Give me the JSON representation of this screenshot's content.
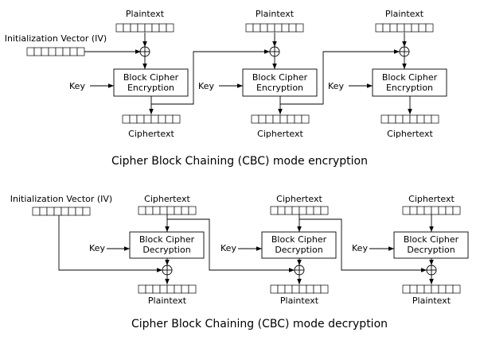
{
  "encryption": {
    "caption": "Cipher Block Chaining (CBC) mode encryption",
    "iv_label": "Initialization Vector (IV)",
    "input_label": "Plaintext",
    "key_label": "Key",
    "block_line1": "Block Cipher",
    "block_line2": "Encryption",
    "output_label": "Ciphertext",
    "stage_count": 3
  },
  "decryption": {
    "caption": "Cipher Block Chaining (CBC) mode decryption",
    "iv_label": "Initialization Vector (IV)",
    "input_label": "Ciphertext",
    "key_label": "Key",
    "block_line1": "Block Cipher",
    "block_line2": "Decryption",
    "output_label": "Plaintext",
    "stage_count": 3
  }
}
